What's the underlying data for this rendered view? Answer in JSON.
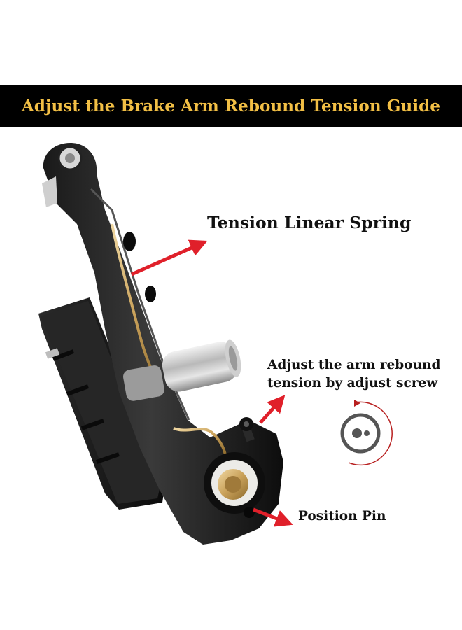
{
  "header": {
    "title": "Adjust the Brake Arm Rebound Tension Guide"
  },
  "callouts": {
    "spring": "Tension Linear Spring",
    "adjust_line1": "Adjust the arm rebound",
    "adjust_line2": "tension by adjust screw",
    "pin": "Position Pin"
  },
  "icons": {
    "rotate": "rotate-clockwise-icon"
  },
  "colors": {
    "banner_bg": "#000000",
    "banner_text": "#f2bf45",
    "arrow": "#e0202a"
  }
}
